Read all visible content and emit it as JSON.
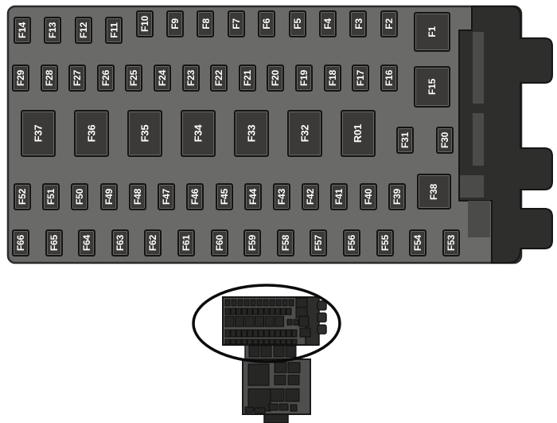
{
  "fuse_panel": {
    "row1": [
      "F14",
      "F13",
      "F12",
      "F11",
      "F10",
      "F9",
      "F8",
      "F7",
      "F6",
      "F5",
      "F4",
      "F3",
      "F2"
    ],
    "row1_large": "F1",
    "row2": [
      "F29",
      "F28",
      "F27",
      "F26",
      "F25",
      "F24",
      "F23",
      "F22",
      "F21",
      "F20",
      "F19",
      "F18",
      "F17",
      "F16"
    ],
    "row2_large": "F15",
    "row3": [
      "F37",
      "F36",
      "F35",
      "F34",
      "F33",
      "F32",
      "R01"
    ],
    "row3_small": [
      "F31",
      "F30"
    ],
    "row4": [
      "F52",
      "F51",
      "F50",
      "F49",
      "F48",
      "F47",
      "F46",
      "F45",
      "F44",
      "F43",
      "F42",
      "F41",
      "F40",
      "F39"
    ],
    "row4_large": "F38",
    "row5": [
      "F66",
      "F65",
      "F64",
      "F63",
      "F62",
      "F61",
      "F60",
      "F59",
      "F58",
      "F57",
      "F56",
      "F55",
      "F54",
      "F53"
    ]
  },
  "colors": {
    "panel_body": "#6a6a68",
    "panel_border": "#2c2c2a",
    "fuse_fill": "#3b3a38",
    "fuse_border": "#141414",
    "label_text": "#ffffff",
    "connector_dark": "#2e2e2c",
    "accent_mid": "#4b4b49",
    "thumb_body": "#4f4f4d",
    "thumb_square": "#262624",
    "callout_stroke": "#0b0b0b"
  }
}
